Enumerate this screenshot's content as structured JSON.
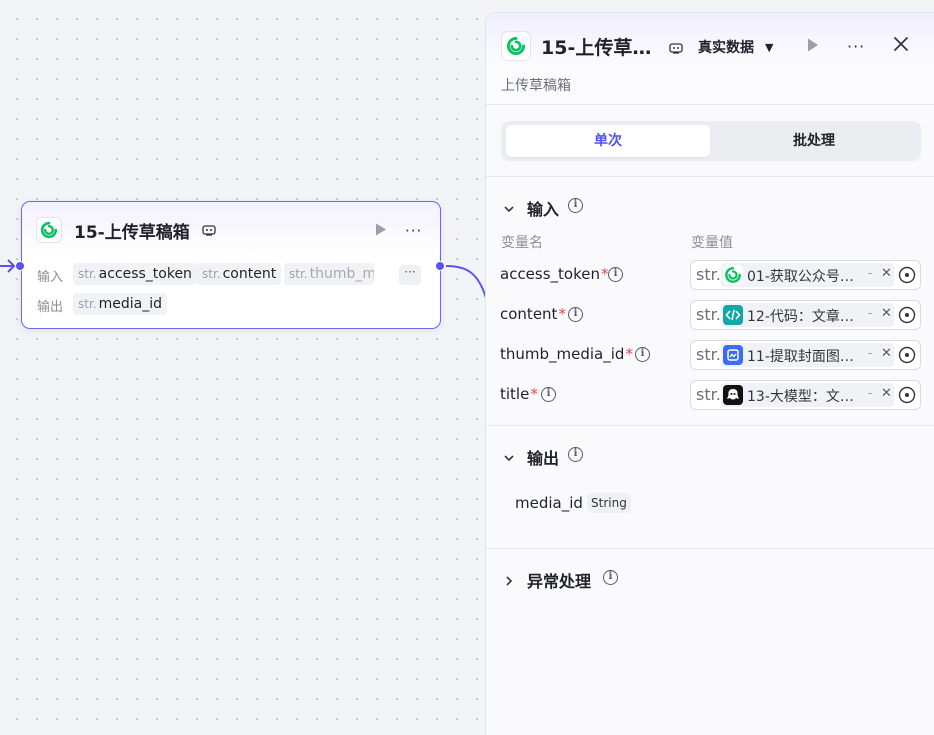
{
  "node": {
    "title": "15-上传草稿箱",
    "input_label": "输入",
    "output_label": "输出",
    "inputs": [
      {
        "type": "str.",
        "name": "access_token"
      },
      {
        "type": "str.",
        "name": "content"
      },
      {
        "type": "str.",
        "name": "thumb_m"
      }
    ],
    "more_inputs": "···",
    "outputs": [
      {
        "type": "str.",
        "name": "media_id"
      }
    ]
  },
  "panel": {
    "title": "15-上传草…",
    "data_mode": "真实数据",
    "subtitle": "上传草稿箱",
    "tabs": {
      "single": "单次",
      "batch": "批处理"
    },
    "input_section": {
      "title": "输入",
      "col_name": "变量名",
      "col_value": "变量值",
      "rows": [
        {
          "name": "access_token",
          "required": "*",
          "type": "str.",
          "ref": "01-获取公众号…",
          "icon": "wechat-icon",
          "icon_color": "#ffffff"
        },
        {
          "name": "content",
          "required": "*",
          "type": "str.",
          "ref": "12-代码：文章…",
          "icon": "code-icon",
          "icon_color": "#13a8a8"
        },
        {
          "name": "thumb_media_id",
          "required": "*",
          "type": "str.",
          "ref": "11-提取封面图…",
          "icon": "image-extract-icon",
          "icon_color": "#3b6cf6"
        },
        {
          "name": "title",
          "required": "*",
          "type": "str.",
          "ref": "13-大模型：文…",
          "icon": "llm-icon",
          "icon_color": "#111111"
        }
      ]
    },
    "output_section": {
      "title": "输出",
      "items": [
        {
          "name": "media_id",
          "type": "String"
        }
      ]
    },
    "error_section": {
      "title": "异常处理"
    }
  },
  "colors": {
    "accent": "#4d53e8",
    "node_border": "#6966f0",
    "required": "#e5484d",
    "brand_green": "#07c160"
  }
}
